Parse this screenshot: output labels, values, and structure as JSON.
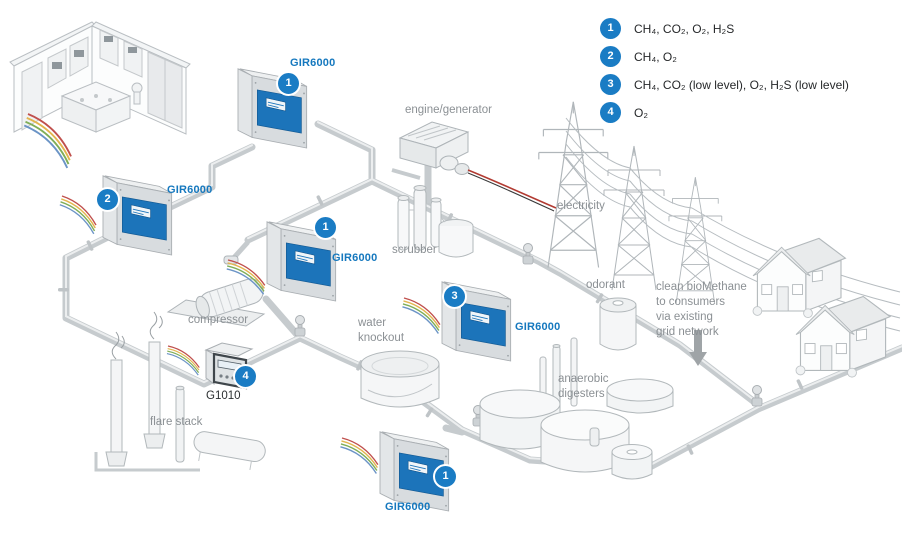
{
  "colors": {
    "accent": "#1a7cc4",
    "panel_blue": "#1c74ba",
    "label_gray": "#8b9094"
  },
  "legend": {
    "items": [
      {
        "num": "1",
        "text": "CH₄, CO₂, O₂, H₂S"
      },
      {
        "num": "2",
        "text": "CH₄, O₂"
      },
      {
        "num": "3",
        "text": "CH₄, CO₂ (low level), O₂, H₂S (low level)"
      },
      {
        "num": "4",
        "text": "O₂"
      }
    ]
  },
  "markers": {
    "analyzer_top": "1",
    "analyzer_left": "2",
    "analyzer_mid": "1",
    "analyzer_right": "3",
    "g1010": "4",
    "analyzer_bottom": "1"
  },
  "device_labels": {
    "gir6000": "GIR6000",
    "g1010": "G1010"
  },
  "labels": {
    "engine_generator": "engine/generator",
    "electricity": "electricity",
    "scrubber": "scrubber",
    "odorant": "odorant",
    "compressor": "compressor",
    "water_knockout": [
      "water",
      "knockout"
    ],
    "clean_biomethane": [
      "clean bioMethane",
      "to consumers",
      "via existing",
      "grid network"
    ],
    "anaerobic_digesters": [
      "anaerobic",
      "digesters"
    ],
    "flare_stack": "flare stack"
  }
}
